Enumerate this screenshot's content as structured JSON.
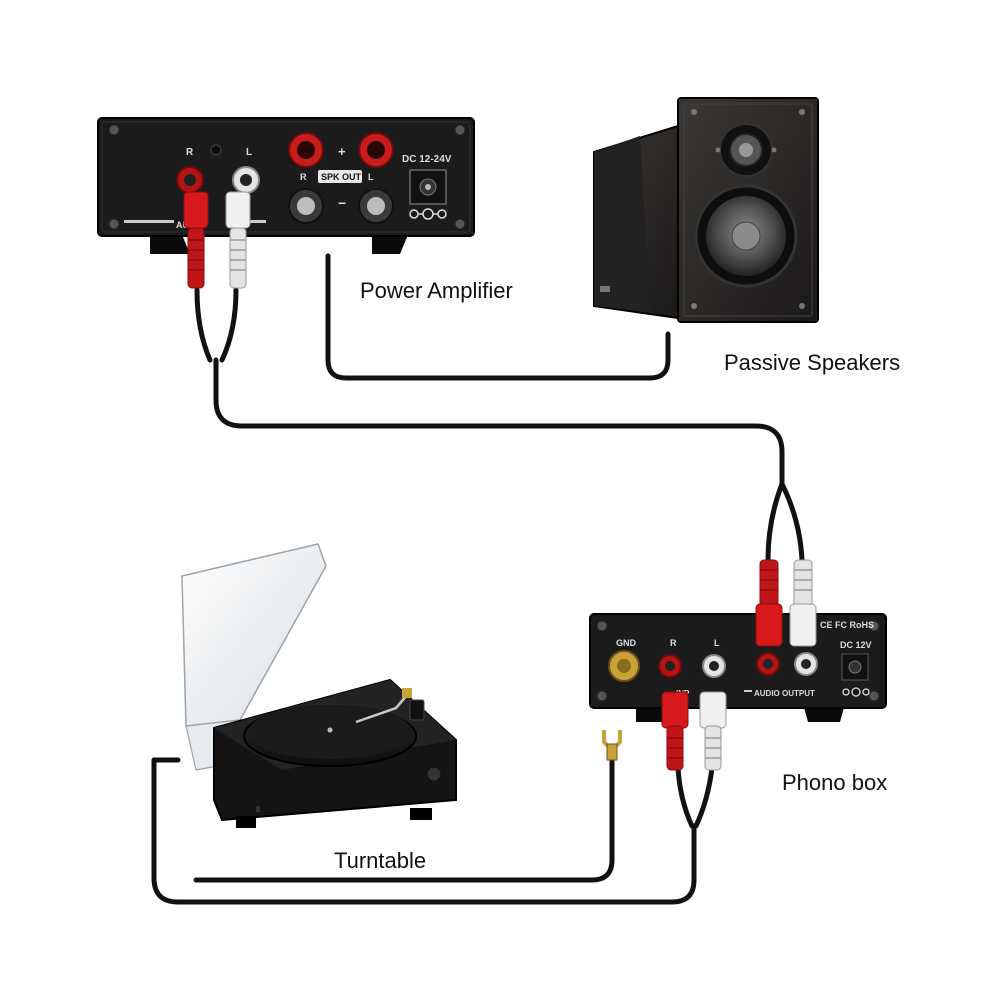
{
  "labels": {
    "power_amplifier": "Power Amplifier",
    "passive_speakers": "Passive Speakers",
    "phono_box": "Phono box",
    "turntable": "Turntable"
  },
  "amplifier_panel": {
    "r": "R",
    "l": "L",
    "plus": "+",
    "minus": "−",
    "r2": "R",
    "l2": "L",
    "spk_out": "SPK OUT",
    "dc": "DC 12-24V",
    "audio_in": "AU    N"
  },
  "phono_panel": {
    "gnd": "GND",
    "r": "R",
    "l": "L",
    "input": "INP",
    "audio_output": "AUDIO OUTPUT",
    "cert": "CE FC RoHS",
    "dc": "DC 12V"
  },
  "colors": {
    "cable": "#111111",
    "plug_red": "#d7191c",
    "plug_white": "#eeeeee",
    "device_body": "#1b1b1b",
    "speaker_wood": "#2a2826",
    "gold": "#c9a23a"
  }
}
